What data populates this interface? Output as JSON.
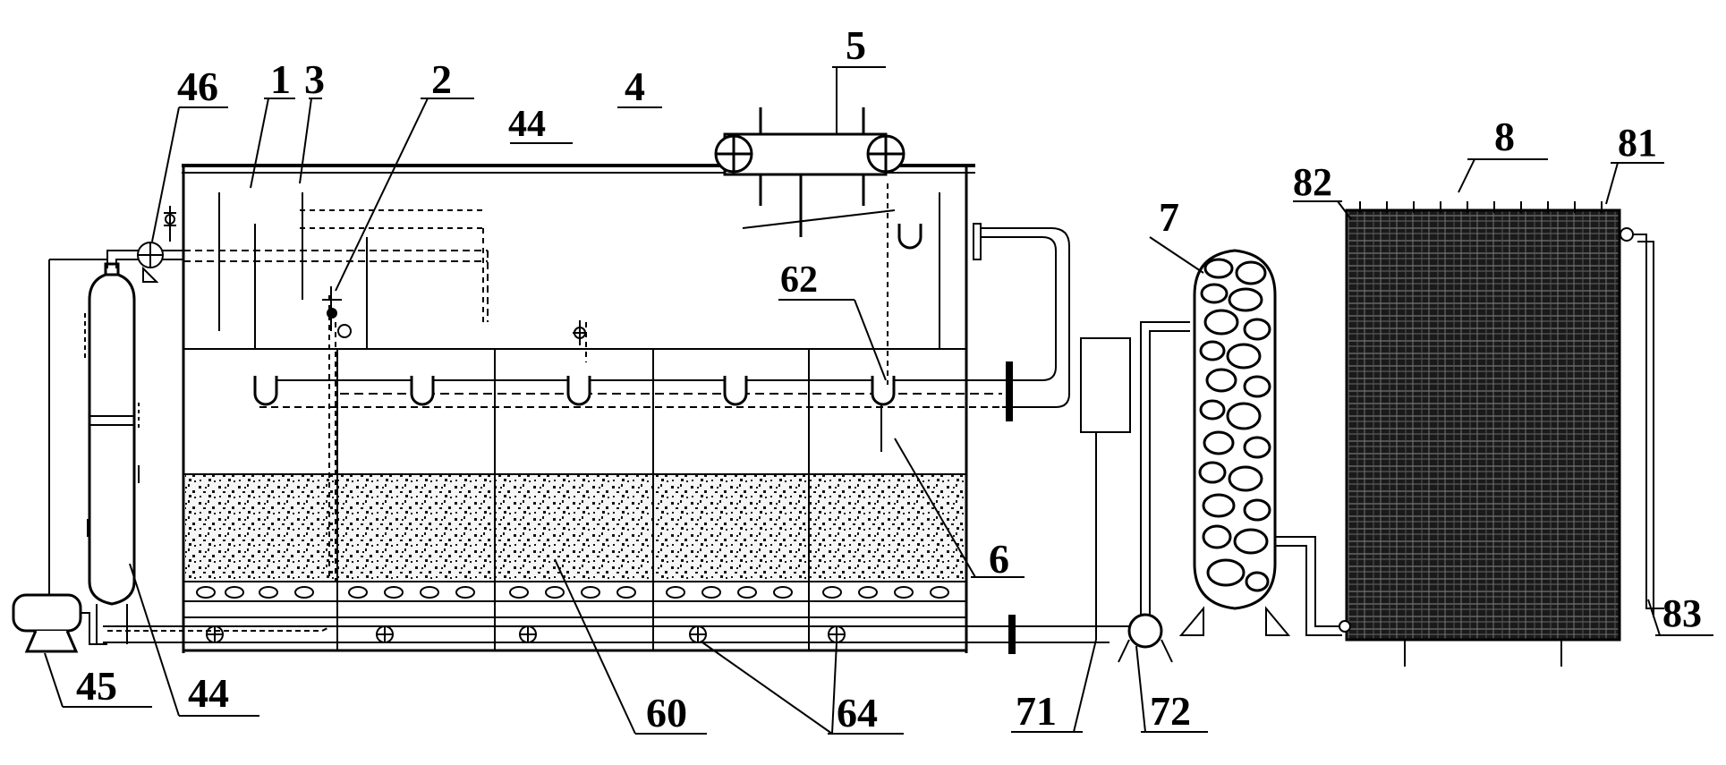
{
  "labels": {
    "l1": "1",
    "l2": "2",
    "l3": "3",
    "l4": "4",
    "l5": "5",
    "l6": "6",
    "l7": "7",
    "l8": "8",
    "l44a": "44",
    "l44b": "44",
    "l45": "45",
    "l46": "46",
    "l60": "60",
    "l62": "62",
    "l64": "64",
    "l71": "71",
    "l72": "72",
    "l81": "81",
    "l82": "82",
    "l83": "83"
  },
  "colors": {
    "line": "#000000",
    "media_dots": "#111111",
    "membrane_fill": "#1a1a1a",
    "background": "#ffffff"
  }
}
